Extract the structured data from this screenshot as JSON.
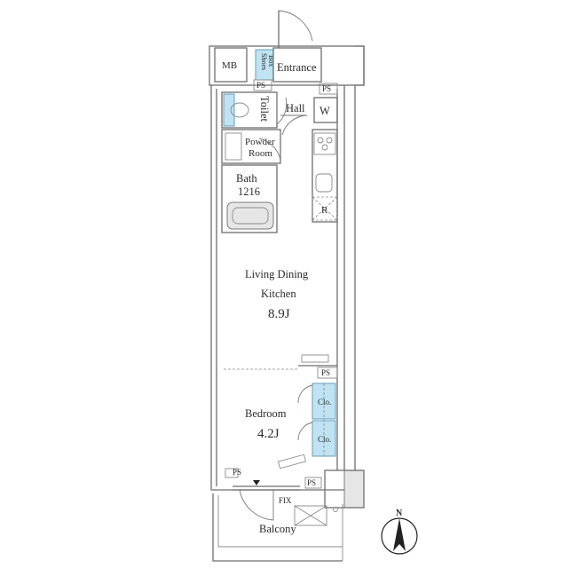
{
  "rooms": {
    "mb": "MB",
    "shoes_box_line1": "Shoes",
    "shoes_box_line2": "Box",
    "entrance": "Entrance",
    "ps": "PS",
    "toilet": "Toilet",
    "hall": "Hall",
    "washer": "W",
    "powder_room_line1": "Powder",
    "powder_room_line2": "Room",
    "bath_line1": "Bath",
    "bath_line2": "1216",
    "refrigerator": "R",
    "ldk_line1": "Living Dining",
    "ldk_line2": "Kitchen",
    "ldk_size": "8.9J",
    "bedroom": "Bedroom",
    "bedroom_size": "4.2J",
    "closet": "Clo.",
    "fix": "FIX",
    "balcony": "Balcony"
  },
  "compass": {
    "north": "N"
  },
  "colors": {
    "closet_fill": "#bfe3f2",
    "wall_stroke": "#6e6e6e"
  }
}
